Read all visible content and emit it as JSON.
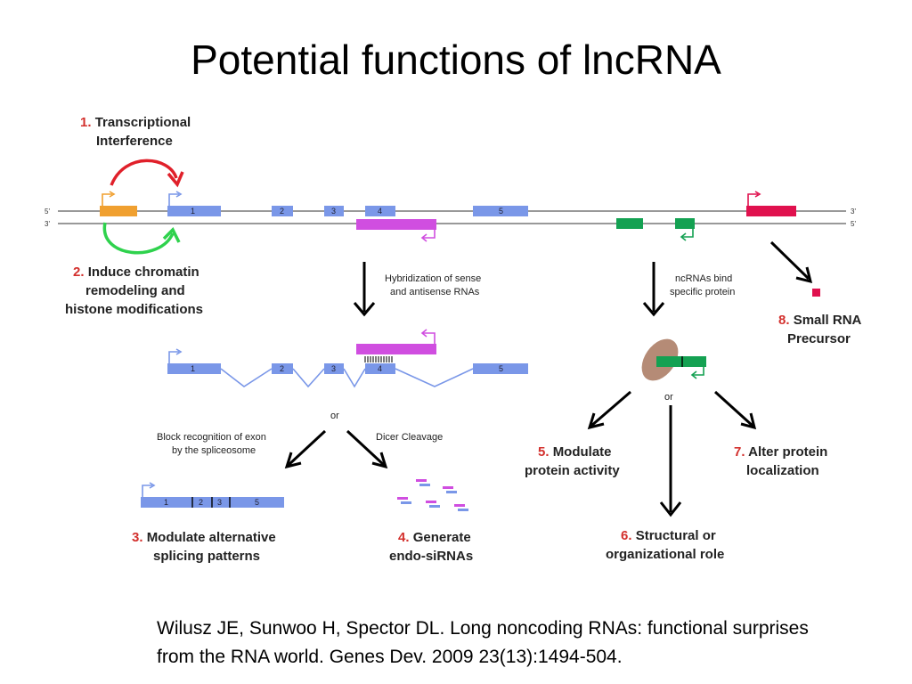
{
  "title": "Potential functions of lncRNA",
  "strand_labels": {
    "five": "5'",
    "three": "3'"
  },
  "exons": [
    "1",
    "2",
    "3",
    "4",
    "5"
  ],
  "functions": {
    "f1": {
      "num": "1.",
      "line1": "Transcriptional",
      "line2": "Interference"
    },
    "f2": {
      "num": "2.",
      "line1": "Induce chromatin",
      "line2": "remodeling and",
      "line3": "histone modifications"
    },
    "f3": {
      "num": "3.",
      "line1": "Modulate alternative",
      "line2": "splicing patterns"
    },
    "f4": {
      "num": "4.",
      "line1": "Generate",
      "line2": "endo-siRNAs"
    },
    "f5": {
      "num": "5.",
      "line1": "Modulate",
      "line2": "protein activity"
    },
    "f6": {
      "num": "6.",
      "line1": "Structural or",
      "line2": "organizational role"
    },
    "f7": {
      "num": "7.",
      "line1": "Alter protein",
      "line2": "localization"
    },
    "f8": {
      "num": "8.",
      "line1": "Small RNA",
      "line2": "Precursor"
    }
  },
  "notes": {
    "hybrid1": "Hybridization of sense",
    "hybrid2": "and antisense RNAs",
    "bind1": "ncRNAs bind",
    "bind2": "specific protein",
    "block1": "Block recognition of exon",
    "block2": "by the spliceosome",
    "dicer": "Dicer Cleavage",
    "or": "or"
  },
  "citation": {
    "line1": "Wilusz JE, Sunwoo H, Spector DL. Long noncoding RNAs: functional surprises",
    "line2": "from the RNA world. Genes Dev. 2009 23(13):1494-504."
  },
  "colors": {
    "exon": "#7a97e8",
    "orange": "#f0a030",
    "magenta": "#d04ee0",
    "green": "#14a152",
    "crimson": "#e0114e",
    "red_arrow": "#e0202a",
    "green_arrow": "#2fd24d",
    "protein": "#b58b76",
    "number_red": "#d3302d"
  }
}
